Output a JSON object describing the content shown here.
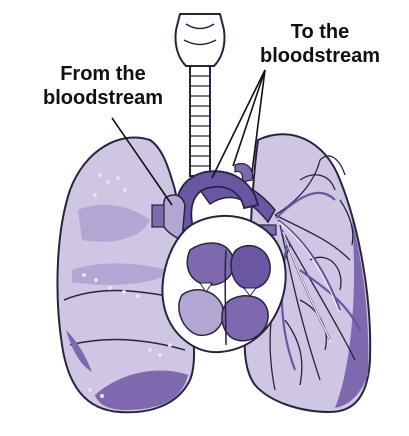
{
  "labels": {
    "from_line1": "From the",
    "from_line2": "bloodstream",
    "to_line1": "To the",
    "to_line2": "bloodstream"
  },
  "colors": {
    "lung_light": "#cfc6e3",
    "lung_mid": "#b3a6d3",
    "lung_dark": "#7e68ae",
    "vessel": "#6b56a3",
    "outline": "#2a2340",
    "heart_fill": "#ffffff"
  },
  "icons": {
    "figure": "lungs-heart-illustration"
  }
}
